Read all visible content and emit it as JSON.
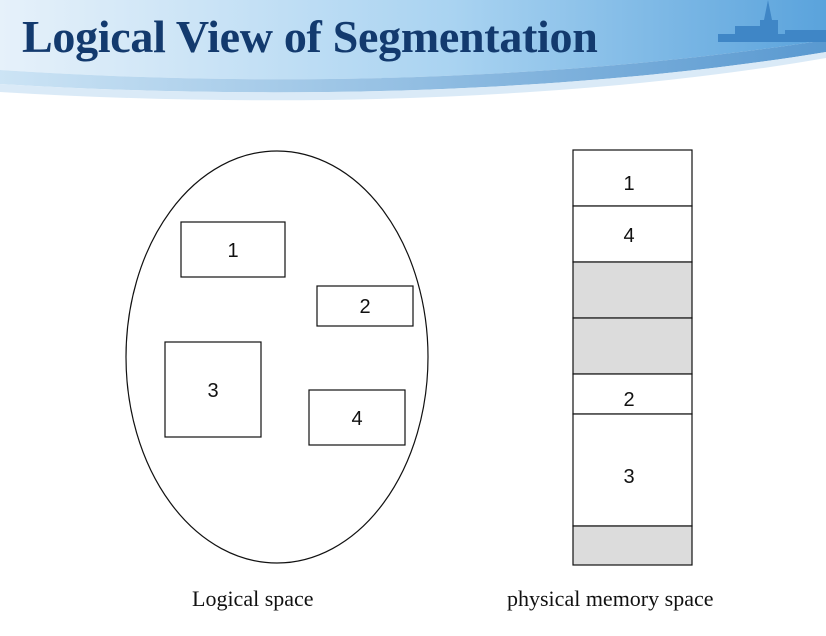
{
  "title": "Logical View of Segmentation",
  "logical_space": {
    "caption": "Logical space",
    "segments": [
      {
        "label": "1"
      },
      {
        "label": "2"
      },
      {
        "label": "3"
      },
      {
        "label": "4"
      }
    ]
  },
  "physical_memory": {
    "caption": "physical memory space",
    "blocks": [
      {
        "label": "1",
        "free": false
      },
      {
        "label": "4",
        "free": false
      },
      {
        "label": "",
        "free": true
      },
      {
        "label": "",
        "free": true
      },
      {
        "label": "2",
        "free": false
      },
      {
        "label": "3",
        "free": false
      },
      {
        "label": "",
        "free": true
      }
    ]
  },
  "colors": {
    "title": "#133a6e",
    "banner_light": "#dbeaf7",
    "banner_mid": "#8cc3ea",
    "banner_deep": "#4a93d0",
    "free_block": "#dcdcdc",
    "stroke": "#111111"
  }
}
